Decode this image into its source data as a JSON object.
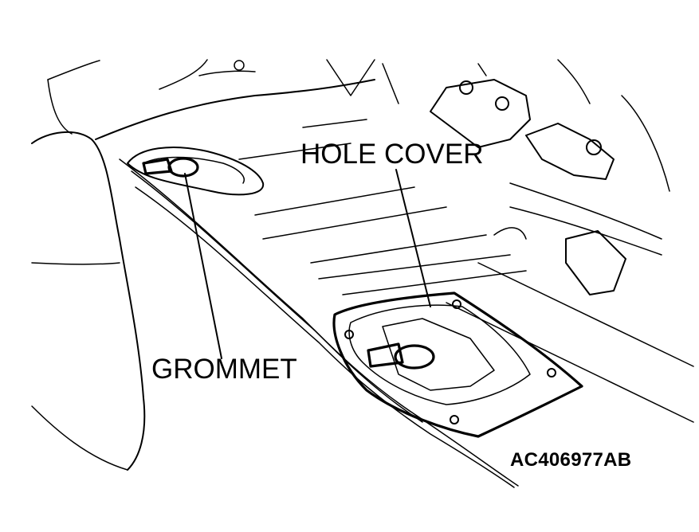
{
  "labels": {
    "hole_cover": "HOLE COVER",
    "grommet": "GROMMET",
    "figure_code": "AC406977AB"
  },
  "colors": {
    "line": "#000000",
    "background": "#ffffff"
  }
}
